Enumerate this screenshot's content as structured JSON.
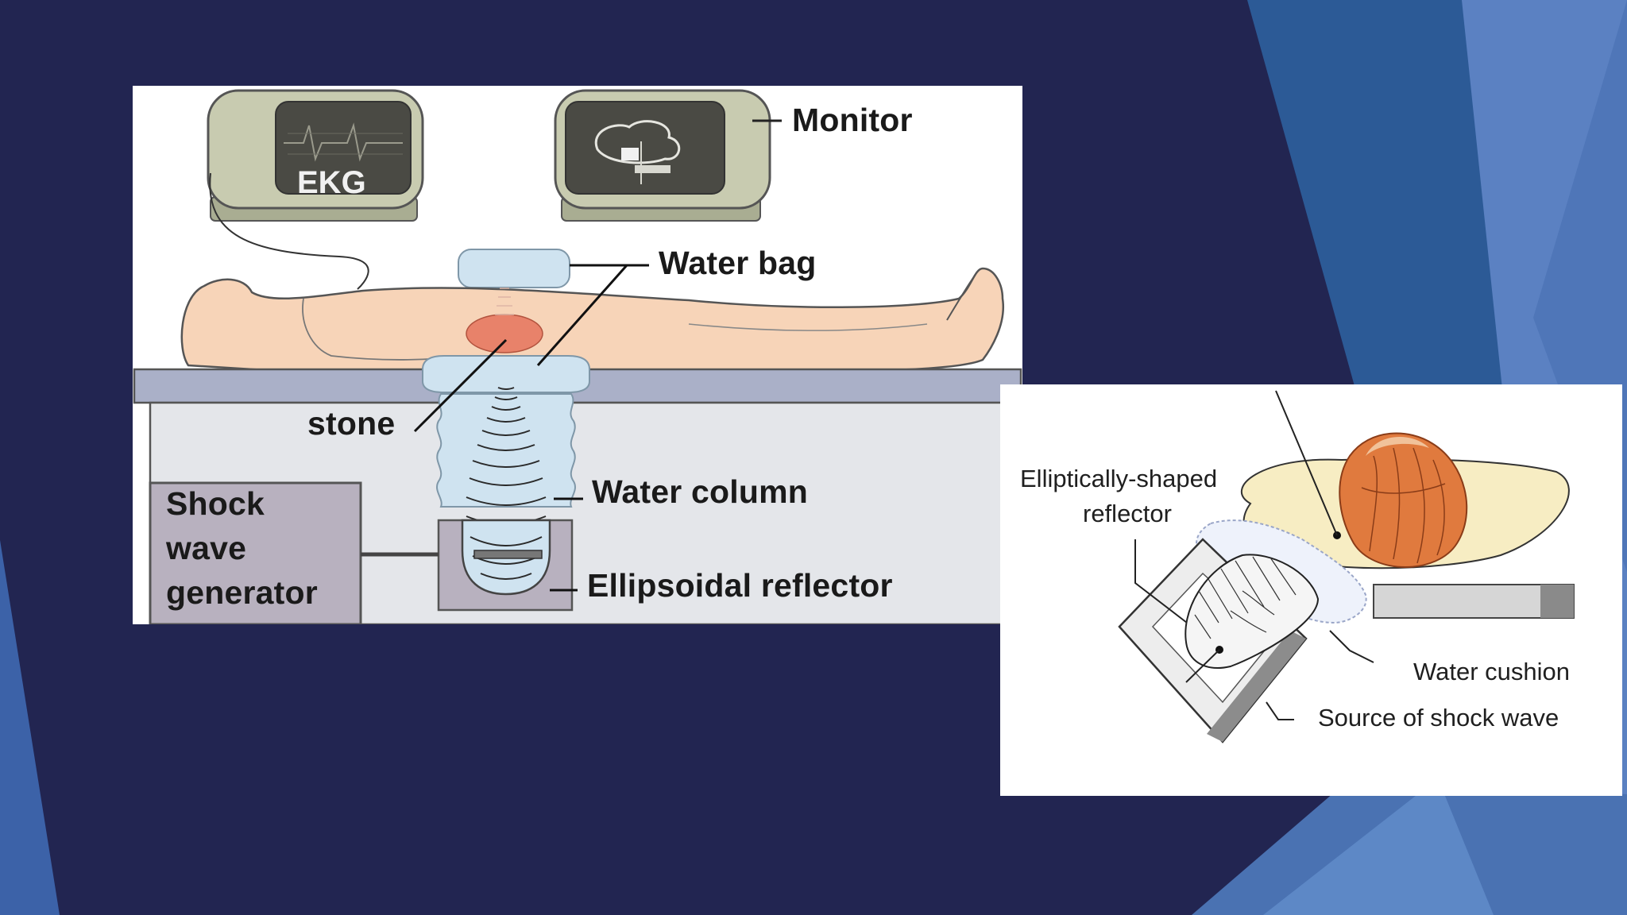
{
  "left_diagram": {
    "ekg_label": "EKG",
    "monitor_label": "Monitor",
    "water_bag_label": "Water bag",
    "stone_label": "stone",
    "water_column_label": "Water column",
    "ellipsoidal_reflector_label": "Ellipsoidal reflector",
    "generator_label_line1": "Shock",
    "generator_label_line2": "wave",
    "generator_label_line3": "generator"
  },
  "right_diagram": {
    "reflector_label_line1": "Elliptically-shaped",
    "reflector_label_line2": "reflector",
    "water_cushion_label": "Water cushion",
    "source_label": "Source of shock wave"
  },
  "colors": {
    "slide_background": "#222551",
    "accent_blue_dark": "#2f5f9c",
    "accent_blue_mid": "#3f6fb0",
    "accent_blue_light": "#5b86c6",
    "skin": "#f7d4b8",
    "kidney": "#e8826a",
    "monitor_body": "#c8cbb0",
    "screen": "#4a4a44",
    "water": "#cfe3f0",
    "generator_box": "#b8b1bf",
    "table": "#aab0c8",
    "base": "#e4e6ea"
  }
}
